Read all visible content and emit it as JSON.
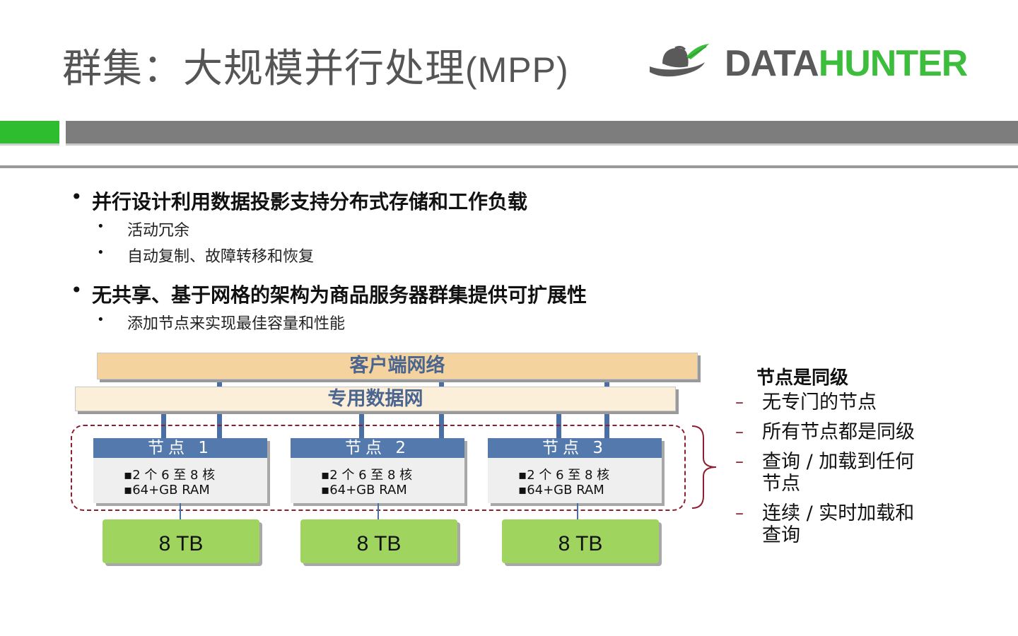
{
  "title": {
    "main": "群集：大规模并行处理",
    "paren": "(MPP)"
  },
  "logo": {
    "data": "DATA",
    "hunter": "HUNTER"
  },
  "bullets": [
    {
      "text": "并行设计利用数据投影支持分布式存储和工作负载",
      "subs": [
        "活动冗余",
        "自动复制、故障转移和恢复"
      ]
    },
    {
      "text": "无共享、基于网格的架构为商品服务器群集提供可扩展性",
      "subs": [
        "添加节点来实现最佳容量和性能"
      ]
    }
  ],
  "diagram": {
    "client_network": "客户端网络",
    "private_network": "专用数据网",
    "nodes": [
      {
        "title": "节点 1",
        "cores": "▪2 个 6 至 8 核",
        "ram": "▪64+GB RAM",
        "storage": "8 TB"
      },
      {
        "title": "节点 2",
        "cores": "▪2 个 6 至 8 核",
        "ram": "▪64+GB RAM",
        "storage": "8 TB"
      },
      {
        "title": "节点 3",
        "cores": "▪2 个 6 至 8 核",
        "ram": "▪64+GB RAM",
        "storage": "8 TB"
      }
    ]
  },
  "side": {
    "heading": "节点是同级",
    "items": [
      {
        "line1": "无专门的节点"
      },
      {
        "line1": "所有节点都是同级"
      },
      {
        "line1": "查询 / 加载到任何",
        "line2": "节点"
      },
      {
        "line1": "连续 / 实时加载和",
        "line2": "查询"
      }
    ]
  },
  "colors": {
    "accent_green": "#2ebd2e",
    "node_blue": "#5479ad",
    "disk_green": "#9fd45f",
    "cluster_border": "#8b1f30"
  }
}
